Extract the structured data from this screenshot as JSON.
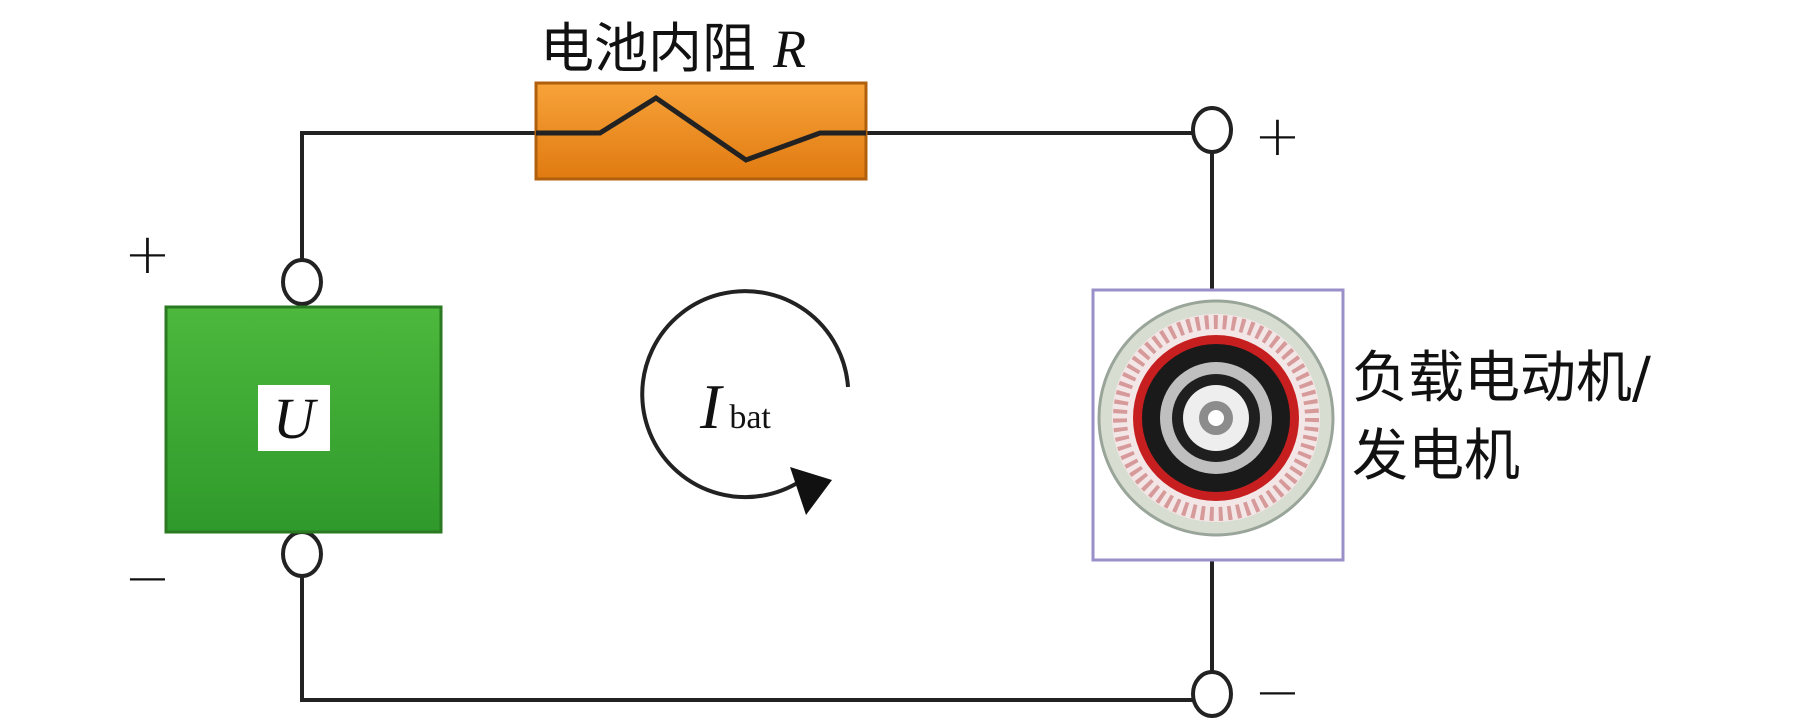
{
  "diagram": {
    "resistor_label_text": "电池内阻",
    "resistor_label_symbol": "R",
    "battery_symbol": "U",
    "current_main": "I",
    "current_sub": "bat",
    "motor_label_line1": "负载电动机/",
    "motor_label_line2": "发电机",
    "battery_plus": "+",
    "battery_minus": "−",
    "load_plus": "+",
    "load_minus": "−"
  },
  "colors": {
    "wire": "#222222",
    "battery_fill": "#3aa52f",
    "resistor_fill": "#f08a1a",
    "motor_frame": "#9a8fc9"
  }
}
